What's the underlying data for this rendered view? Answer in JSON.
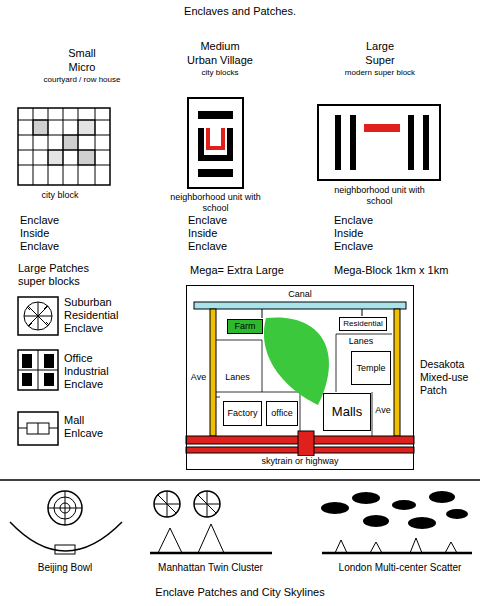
{
  "diagram": {
    "title": "Enclaves and Patches.",
    "caption": "Enclave Patches and City Skylines",
    "nodes": [
      {
        "text": [
          "Desakota Mixed-use Patch"
        ]
      },
      {
        "text": [
          "Farm"
        ],
        "in": 0
      },
      {
        "text": [
          "Residential"
        ],
        "in": 0
      },
      {
        "text": [
          "Temple"
        ],
        "in": 0
      },
      {
        "text": [
          "Factory"
        ],
        "in": 0
      },
      {
        "text": [
          "office"
        ],
        "in": 0
      },
      {
        "text": [
          "Malls"
        ],
        "in": 0
      }
    ],
    "labels": [
      "Small",
      "Micro",
      "courtyard / row house",
      "Medium",
      "Urban Village",
      "city blocks",
      "Large",
      "Super",
      "modern super block",
      "city block",
      "neighborhood unit with school",
      "neighborhood unit with school",
      "Enclave Inside Enclave",
      "Enclave Inside Enclave",
      "Enclave Inside Enclave",
      "Large Patches super blocks",
      "Mega= Extra Large",
      "Mega-Block 1km x 1km",
      "Suburban Residential Enclave",
      "Office Industrial Enclave",
      "Mall Enlcave",
      "Canal",
      "Lanes",
      "Ave",
      "Ave",
      "Lanes",
      "skytrain or highway",
      "Beijing Bowl",
      "Manhattan Twin Cluster",
      "London Multi-center Scatter"
    ]
  }
}
